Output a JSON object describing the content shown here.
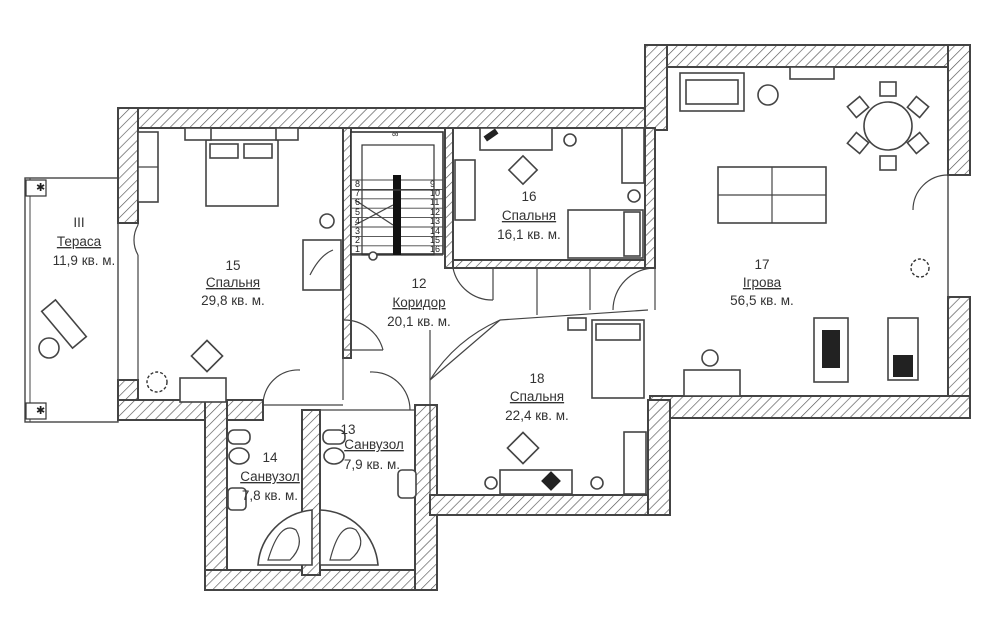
{
  "rooms": [
    {
      "id": "3",
      "number": "III",
      "label": "Тераса",
      "area": "11,9 кв. м."
    },
    {
      "id": "12",
      "number": "12",
      "label": "Коридор",
      "area": "20,1 кв. м."
    },
    {
      "id": "13",
      "number": "13",
      "label": "Санвузол",
      "area": "7,9 кв. м."
    },
    {
      "id": "14",
      "number": "14",
      "label": "Санвузол",
      "area": "7,8 кв. м."
    },
    {
      "id": "15",
      "number": "15",
      "label": "Спальня",
      "area": "29,8 кв. м."
    },
    {
      "id": "16",
      "number": "16",
      "label": "Спальня",
      "area": "16,1 кв. м."
    },
    {
      "id": "17",
      "number": "17",
      "label": "Ігрова",
      "area": "56,5 кв. м."
    },
    {
      "id": "18",
      "number": "18",
      "label": "Спальня",
      "area": "22,4 кв. м."
    }
  ],
  "stairs": {
    "steps": [
      "1",
      "2",
      "3",
      "4",
      "5",
      "6",
      "7",
      "8",
      "9",
      "10",
      "11",
      "12",
      "13",
      "14",
      "15",
      "16"
    ],
    "top_symbol": "∞"
  },
  "colors": {
    "wall_hatch": "#555555",
    "line": "#444444",
    "text": "#333333",
    "background": "#ffffff"
  }
}
